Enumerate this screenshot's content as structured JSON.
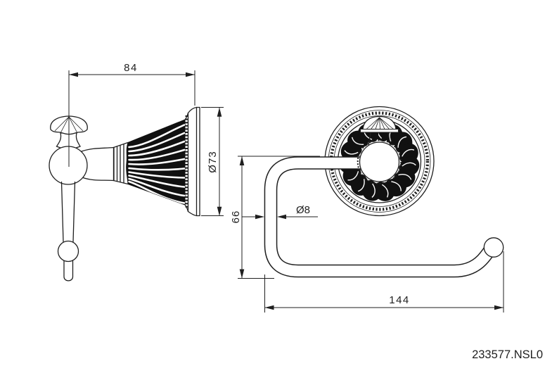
{
  "dimensions": {
    "width": "84",
    "plate_diameter": "Ø73",
    "drop": "66",
    "bar_diameter": "Ø8",
    "arm_length": "144"
  },
  "footer": {
    "part_number": "233577.NSL0"
  },
  "colors": {
    "line": "#1f1f1f",
    "dark_fill": "#111111",
    "background": "#ffffff"
  }
}
